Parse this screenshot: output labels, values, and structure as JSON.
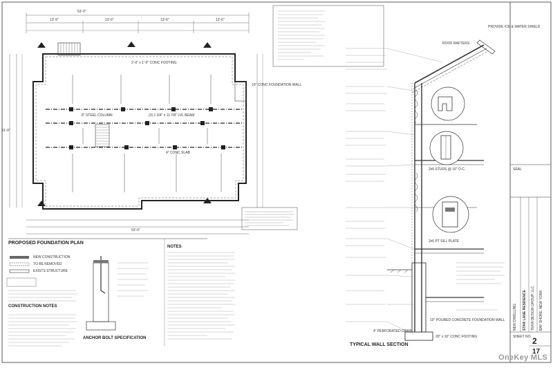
{
  "plan_title": "PROPOSED FOUNDATION PLAN",
  "legend": {
    "new_construction": "NEW CONSTRUCTION",
    "to_be_removed": "TO BE REMOVED",
    "existing_structure": "EXISTS STRUCTURE"
  },
  "construction_notes_title": "CONSTRUCTION NOTES",
  "notes_title": "NOTES",
  "anchor_bolt_title": "ANCHOR BOLT SPECIFICATION",
  "wall_section_title": "TYPICAL WALL SECTION",
  "dimensions": {
    "overall_top": "53'-0\"",
    "overall_bottom": "53'-0\"",
    "left": "31'-0\"",
    "seg_1": "13'-9\"",
    "seg_2": "13'-6\"",
    "seg_3": "13'-6\"",
    "seg_4": "12'-6\""
  },
  "plan_labels": {
    "footing": "2'-0\" x 1'-0\" CONC FOOTING",
    "steel_column": "8\" STEEL COLUMN",
    "lvl_beam": "(3) 1 3/4\" x 11 7/8\" LVL BEAM",
    "foundation_wall": "10\" CONC FOUNDATION WALL",
    "slab": "4\" CONC SLAB"
  },
  "section_labels": {
    "roof": "ROOF RAFTERS",
    "ridge": "PROVIDE ICE & WATER SHIELD",
    "wall": "2x6 STUDS @ 16\" O.C.",
    "sill": "2x6 PT SILL PLATE",
    "foundation": "10\" POURED CONCRETE FOUNDATION WALL",
    "footing": "20\" x 10\" CONC FOOTING",
    "drain": "4\" PERFORATED DRAIN"
  },
  "title_block": {
    "project": "NEW DWELLING",
    "drawing": "STAR LANE RESIDENCE",
    "firm": "TERA DESIGN GROUP, LLC",
    "sheet_label": "SHEET NO.",
    "sheet_number": "2",
    "sheet_total": "17",
    "seal_label": "SEAL",
    "address": "BAY SHORE, NEW YORK"
  },
  "watermark": "OneKey MLS"
}
